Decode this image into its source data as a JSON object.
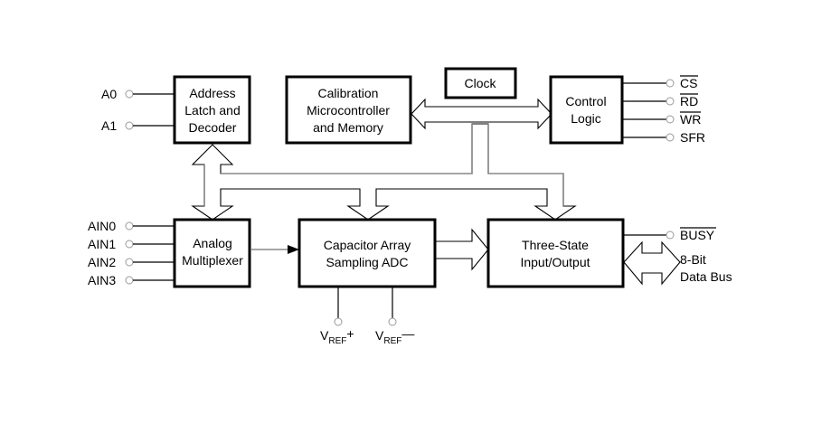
{
  "diagram": {
    "type": "block-diagram",
    "blocks": {
      "address_latch": {
        "lines": [
          "Address",
          "Latch and",
          "Decoder"
        ]
      },
      "calibration": {
        "lines": [
          "Calibration",
          "Microcontroller",
          "and Memory"
        ]
      },
      "clock": {
        "lines": [
          "Clock"
        ]
      },
      "control_logic": {
        "lines": [
          "Control",
          "Logic"
        ]
      },
      "analog_mux": {
        "lines": [
          "Analog",
          "Multiplexer"
        ]
      },
      "adc": {
        "lines": [
          "Capacitor Array",
          "Sampling ADC"
        ]
      },
      "io": {
        "lines": [
          "Three-State",
          "Input/Output"
        ]
      }
    },
    "address_pins": [
      "A0",
      "A1"
    ],
    "analog_pins": [
      "AIN0",
      "AIN1",
      "AIN2",
      "AIN3"
    ],
    "control_pins": [
      {
        "label": "CS",
        "active_low": true
      },
      {
        "label": "RD",
        "active_low": true
      },
      {
        "label": "WR",
        "active_low": true
      },
      {
        "label": "SFR",
        "active_low": false
      }
    ],
    "busy_pin": {
      "label": "BUSY",
      "active_low": true
    },
    "data_bus": [
      "8-Bit",
      "Data Bus"
    ],
    "vref_plus": {
      "main": "V",
      "sub": "REF",
      "suffix": "+"
    },
    "vref_minus": {
      "main": "V",
      "sub": "REF",
      "suffix": "—"
    }
  }
}
